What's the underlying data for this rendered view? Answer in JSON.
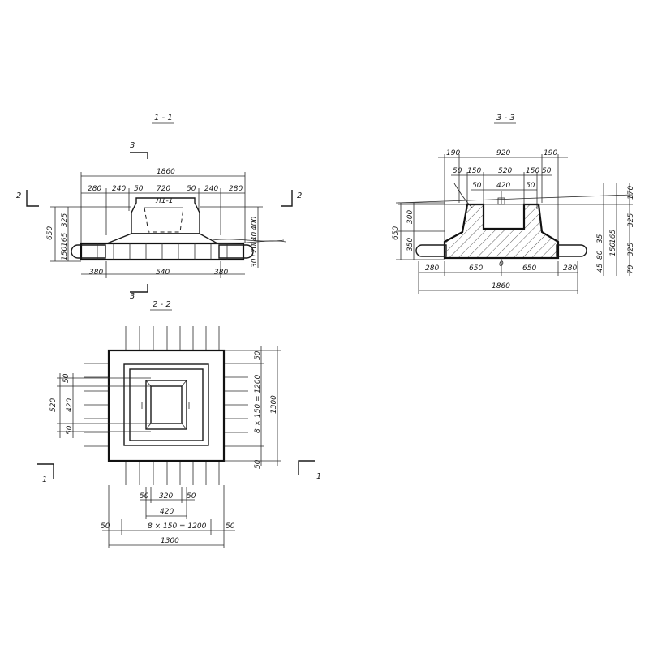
{
  "sections": {
    "s1": {
      "title": "1 - 1",
      "cut_mark_3": "3",
      "cut_mark_2": "2",
      "note": "Л1-1",
      "top": {
        "overall": "1860",
        "d1": "280",
        "d2": "240",
        "d3": "50",
        "d4": "720",
        "d5": "50",
        "d6": "240",
        "d7": "280"
      },
      "left": {
        "total": "650",
        "a": "325",
        "b": "165",
        "c": "150"
      },
      "right": {
        "a": "400",
        "b": "140",
        "c": "120",
        "d": "30"
      },
      "bottom": {
        "a": "380",
        "b": "540",
        "c": "380"
      }
    },
    "s2": {
      "title": "2 - 2",
      "left": {
        "a": "50",
        "b": "520",
        "c": "420",
        "d": "50"
      },
      "right": {
        "a": "50",
        "b": "8 × 150 = 1200",
        "c": "1300",
        "d": "50"
      },
      "bottom": {
        "a": "50",
        "b": "320",
        "c": "50",
        "d": "420",
        "e": "50",
        "f": "8 × 150 = 1200",
        "g": "50",
        "h": "1300"
      },
      "cut_mark_1": "1"
    },
    "s3": {
      "title": "3 - 3",
      "top": {
        "a": "190",
        "b": "920",
        "c": "190",
        "d": "50",
        "e": "150",
        "f": "520",
        "g": "150",
        "h": "50",
        "i": "50",
        "j": "420",
        "k": "50"
      },
      "left": {
        "total": "650",
        "a": "300",
        "b": "350"
      },
      "right": {
        "a": "170",
        "b": "325",
        "c": "35",
        "d": "165",
        "e": "150",
        "f": "80",
        "g": "45",
        "h": "325",
        "i": "70"
      },
      "bottom": {
        "a": "280",
        "b": "650",
        "c": "650",
        "d": "280",
        "overall": "1860"
      }
    }
  },
  "colors": {
    "ink": "#1a1a1a",
    "paper": "#ffffff"
  }
}
